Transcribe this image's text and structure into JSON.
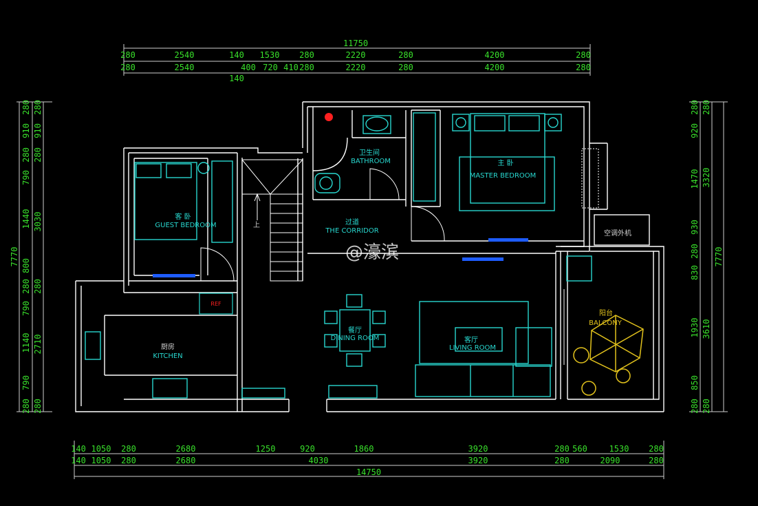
{
  "dimensions": {
    "top_total": "11750",
    "top_row1": [
      "280",
      "2540",
      "140",
      "1530",
      "280",
      "2220",
      "280",
      "4200",
      "280"
    ],
    "top_row2": [
      "280",
      "2540",
      "400",
      "720",
      "410",
      "280",
      "2220",
      "280",
      "4200",
      "280"
    ],
    "top_row3": "140",
    "bottom_row1": [
      "140",
      "1050",
      "280",
      "2680",
      "1250",
      "920",
      "1860",
      "3920",
      "280",
      "560",
      "1530",
      "280"
    ],
    "bottom_row2": [
      "140",
      "1050",
      "280",
      "2680",
      "4030",
      "3920",
      "280",
      "2090",
      "280"
    ],
    "bottom_total": "14750",
    "left_total": "7770",
    "left_a": [
      "280",
      "910",
      "280",
      "790",
      "1440",
      "800",
      "280",
      "790",
      "1140",
      "790",
      "280"
    ],
    "left_b": [
      "280",
      "910",
      "280",
      "3030",
      "280",
      "2710",
      "280"
    ],
    "right_total": "7770",
    "right_a": [
      "280",
      "920",
      "1470",
      "930",
      "280",
      "830",
      "1930",
      "850",
      "280"
    ],
    "right_b": [
      "280",
      "3320",
      "3610",
      "280"
    ]
  },
  "rooms": {
    "bathroom_cn": "卫生间",
    "bathroom_en": "BATHROOM",
    "master_cn": "主 卧",
    "master_en": "MASTER BEDROOM",
    "guest_cn": "客 卧",
    "guest_en": "GUEST BEDROOM",
    "corridor_cn": "过道",
    "corridor_en": "THE CORRIDOR",
    "ac_unit": "空调外机",
    "stair_up": "上",
    "dining_cn": "餐厅",
    "dining_en": "DINING ROOM",
    "living_cn": "客厅",
    "living_en": "LIVING ROOM",
    "balcony_cn": "阳台",
    "balcony_en": "BALCONY",
    "kitchen_cn": "厨房",
    "kitchen_en": "KITCHEN",
    "fridge": "REF"
  },
  "watermark": "@濠滨",
  "colors": {
    "background": "#000000",
    "walls": "#ffffff",
    "dimensions": "#39e02b",
    "furniture": "#28d7cf",
    "accent_blue": "#1e5cff",
    "accent_red": "#ff2020",
    "accent_yellow": "#e2c21c"
  }
}
